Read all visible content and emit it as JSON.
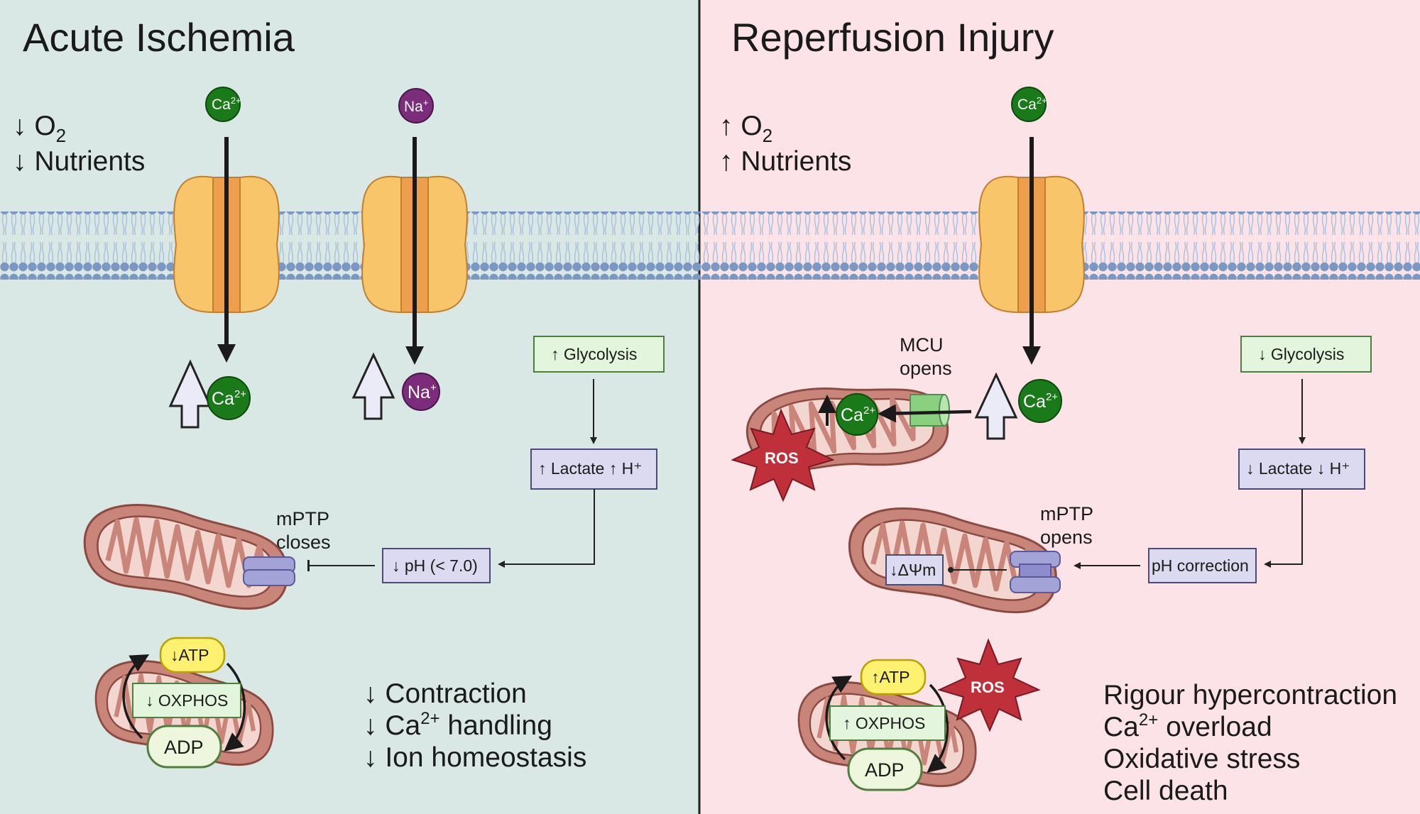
{
  "left_panel": {
    "title": "Acute Ischemia",
    "conditions": [
      "↓ O",
      "↓ Nutrients"
    ],
    "o2_subscript": "2",
    "ions": {
      "ca": "Ca",
      "ca_sup": "2+",
      "na": "Na",
      "na_sup": "+"
    },
    "glycolysis": "↑ Glycolysis",
    "lactate": "↑ Lactate ↑ H⁺",
    "ph": "↓ pH (< 7.0)",
    "mptp": [
      "mPTP",
      "closes"
    ],
    "atp": "↓ATP",
    "oxphos": "↓ OXPHOS",
    "adp": "ADP",
    "outcomes": [
      "↓ Contraction",
      "↓ Ca",
      "↓ Ion homeostasis"
    ],
    "outcome_ca_sup": "2+",
    "outcome_ca_rest": " handling"
  },
  "right_panel": {
    "title": "Reperfusion Injury",
    "conditions": [
      "↑ O",
      "↑ Nutrients"
    ],
    "o2_subscript": "2",
    "ions": {
      "ca": "Ca",
      "ca_sup": "2+"
    },
    "mcu": [
      "MCU",
      "opens"
    ],
    "ros": "ROS",
    "glycolysis": "↓ Glycolysis",
    "lactate": "↓ Lactate ↓ H⁺",
    "ph": "pH correction",
    "mptp": [
      "mPTP",
      "opens"
    ],
    "dpsi": "↓ΔΨm",
    "atp": "↑ATP",
    "oxphos": "↑ OXPHOS",
    "adp": "ADP",
    "outcomes": [
      "Rigour hypercontraction",
      "Ca",
      "Oxidative stress",
      "Cell death"
    ],
    "outcome_ca_sup": "2+",
    "outcome_ca_rest": " overload"
  },
  "colors": {
    "left_bg": "#d9e8e4",
    "right_bg": "#fbe3e8",
    "channel": "#f8c56a",
    "mito": "#c98579",
    "ca_ion": "#1a7a1a",
    "na_ion": "#7b2d7b",
    "ros": "#c0303a",
    "box_green": "#e3f5dc",
    "box_purple": "#dcdaf0",
    "atp_yellow": "#fff170"
  }
}
